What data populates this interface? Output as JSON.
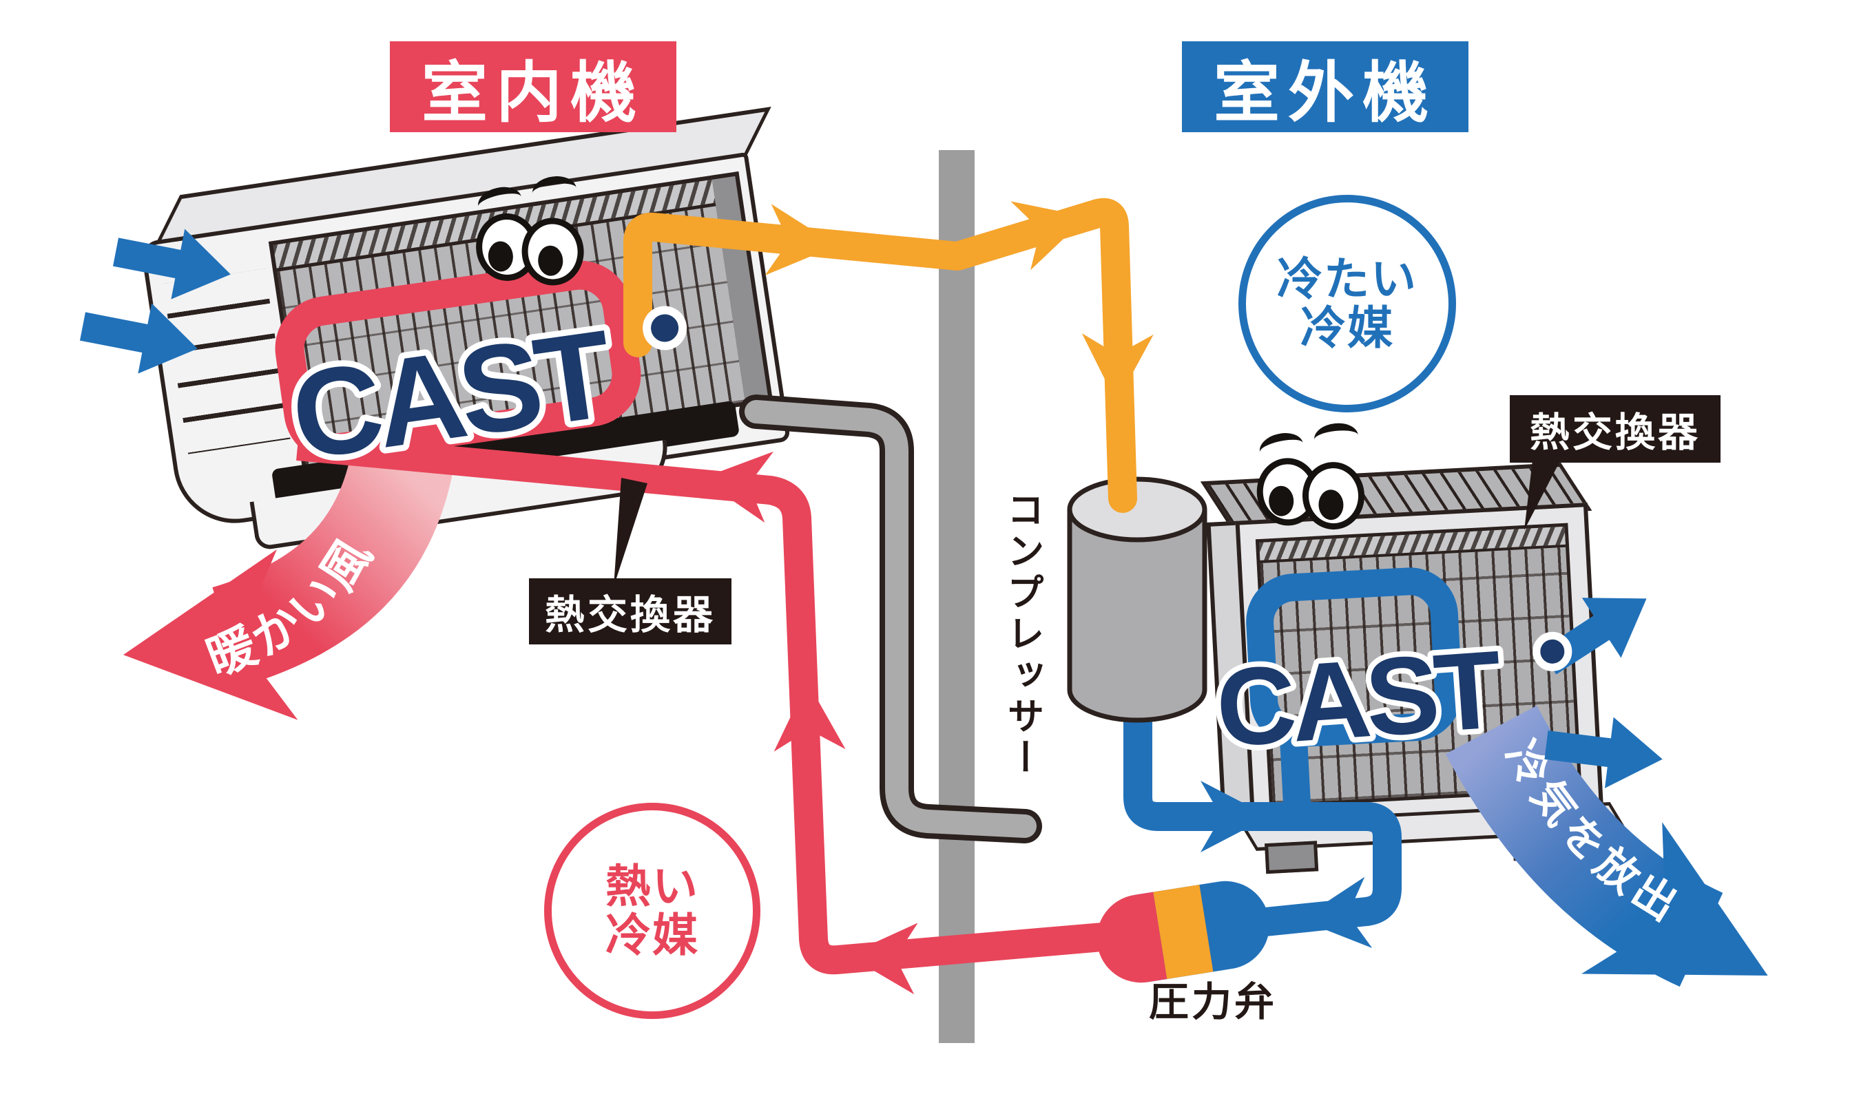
{
  "header": {
    "indoor_label": "室内機",
    "outdoor_label": "室外機"
  },
  "brand": {
    "name": "CAST"
  },
  "components": {
    "heat_exchanger_label": "熱交換器",
    "compressor_label": "コンプレッサー",
    "pressure_valve_label": "圧力弁"
  },
  "flows": {
    "warm_air_label": "暖かい風",
    "cold_air_label": "冷気を放出",
    "hot_refrigerant": {
      "line1": "熱い",
      "line2": "冷媒"
    },
    "cold_refrigerant": {
      "line1": "冷たい",
      "line2": "冷媒"
    }
  },
  "colors": {
    "indoor_accent": "#E8455A",
    "outdoor_accent": "#2171B9",
    "pipe_hot": "#E8455A",
    "pipe_cold": "#2171B9",
    "pipe_compressed": "#F5A42C",
    "brand_navy": "#1C3A6B",
    "outline": "#2B211E",
    "wall": "#9D9D9E",
    "label_background": "#231815"
  }
}
